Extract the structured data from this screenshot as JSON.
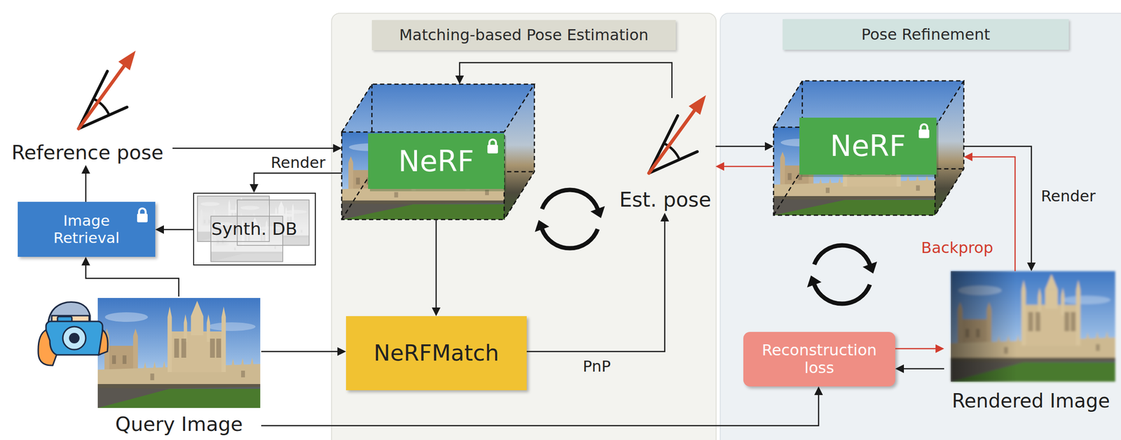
{
  "diagram": {
    "nodes": [
      {
        "text": [
          "Reference pose"
        ]
      },
      {
        "text": [
          "Image Retrieval"
        ]
      },
      {
        "text": [
          "Synth. DB"
        ]
      },
      {
        "text": [
          "Query Image"
        ]
      },
      {
        "text": [
          "Matching-based Pose Estimation"
        ]
      },
      {
        "text": [
          "NeRF"
        ],
        "in": 4
      },
      {
        "text": [
          "NeRFMatch"
        ],
        "in": 4
      },
      {
        "text": [
          "Est. pose"
        ],
        "in": 4
      },
      {
        "text": [
          "Pose Refinement"
        ]
      },
      {
        "text": [
          "NeRF"
        ],
        "in": 8
      },
      {
        "text": [
          "Reconstruction loss"
        ],
        "in": 8
      },
      {
        "text": [
          "Rendered Image"
        ],
        "in": 8
      }
    ],
    "edges": [
      {
        "from": 0,
        "to": 5,
        "arrow": "to"
      },
      {
        "from": 5,
        "to": 2,
        "label": "Render",
        "arrow": "to"
      },
      {
        "from": 2,
        "to": 1,
        "arrow": "to"
      },
      {
        "from": 1,
        "to": 0,
        "arrow": "to"
      },
      {
        "from": 3,
        "to": 1,
        "arrow": "to"
      },
      {
        "from": 3,
        "to": 6,
        "arrow": "to"
      },
      {
        "from": 5,
        "to": 6,
        "arrow": "to"
      },
      {
        "from": 6,
        "to": 7,
        "label": "PnP",
        "arrow": "to"
      },
      {
        "from": 7,
        "to": 5,
        "arrow": "to"
      },
      {
        "from": 7,
        "to": 9,
        "arrow": "to"
      },
      {
        "from": 9,
        "to": 7,
        "arrow": "to"
      },
      {
        "from": 9,
        "to": 11,
        "label": "Render",
        "arrow": "to"
      },
      {
        "from": 11,
        "to": 9,
        "label": "Backprop",
        "arrow": "to"
      },
      {
        "from": 11,
        "to": 10,
        "arrow": "to"
      },
      {
        "from": 10,
        "to": 11,
        "arrow": "to"
      },
      {
        "from": 3,
        "to": 10,
        "arrow": "to"
      }
    ]
  }
}
